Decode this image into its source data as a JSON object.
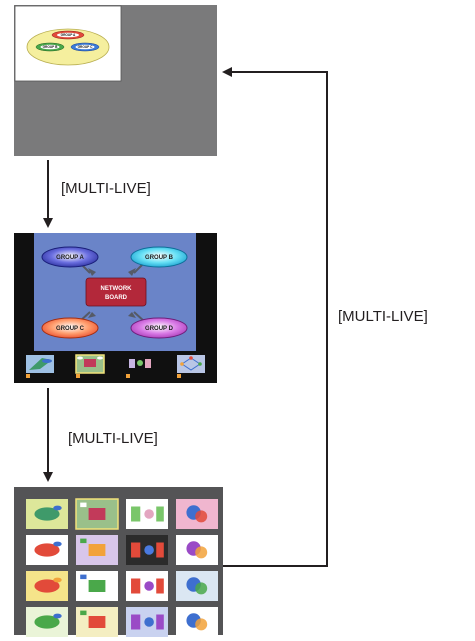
{
  "labels": {
    "transition_1": "[MULTI-LIVE]",
    "transition_2": "[MULTI-LIVE]",
    "transition_back": "[MULTI-LIVE]"
  },
  "diagram": {
    "group_a": "GROUP A",
    "group_b": "GROUP B",
    "group_c": "GROUP C",
    "group_d": "GROUP D",
    "network_board_line1": "NETWORK",
    "network_board_line2": "BOARD"
  },
  "colors": {
    "screen1_bg": "#7a7a7b",
    "screen2_bg": "#6a84c8",
    "screen3_bg": "#545456",
    "network_board": "#b3283a",
    "arrow": "#231f20"
  }
}
